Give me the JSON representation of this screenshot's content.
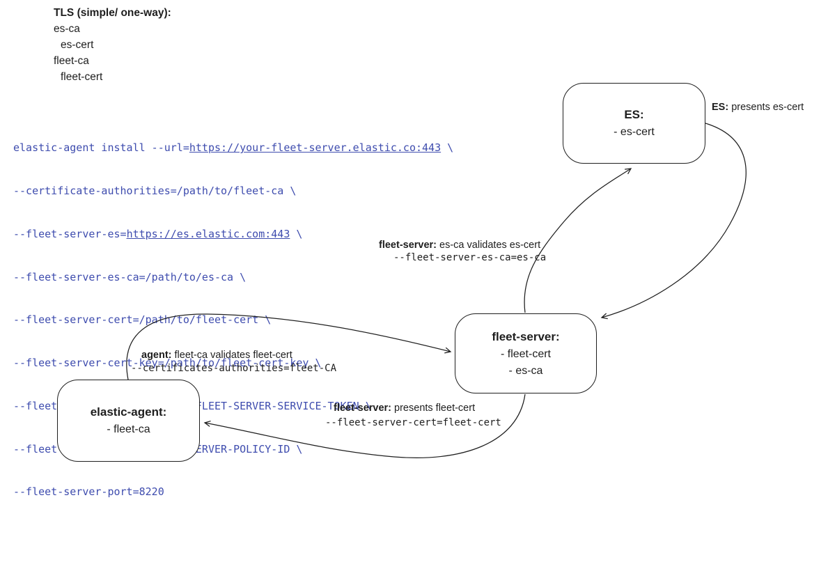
{
  "legend": {
    "title": "TLS (simple/ one-way):",
    "items": [
      "es-ca",
      "es-cert",
      "fleet-ca",
      "fleet-cert"
    ]
  },
  "command": {
    "l1a": "elastic-agent install --url=",
    "l1b": "https://your-fleet-server.elastic.co:443",
    "l1c": " \\",
    "l2": "--certificate-authorities=/path/to/fleet-ca \\",
    "l3a": "--fleet-server-es=",
    "l3b": "https://es.elastic.com:443",
    "l3c": " \\",
    "l4": "--fleet-server-es-ca=/path/to/es-ca \\",
    "l5": "--fleet-server-cert=/path/to/fleet-cert \\",
    "l6": "--fleet-server-cert-key=/path/to/fleet-cert-key \\",
    "l7": "--fleet-server-service-token=FLEET-SERVER-SERVICE-TOKEN \\",
    "l8": "--fleet-server-policy=FLEET-SERVER-POLICY-ID \\",
    "l9": "--fleet-server-port=8220"
  },
  "nodes": {
    "es": {
      "title": "ES:",
      "line1": "- es-cert"
    },
    "fleet_server": {
      "title": "fleet-server:",
      "line1": "- fleet-cert",
      "line2": "- es-ca"
    },
    "elastic_agent": {
      "title": "elastic-agent:",
      "line1": "- fleet-ca"
    }
  },
  "labels": {
    "es_presents": {
      "b": "ES:",
      "t": " presents es-cert"
    },
    "fs_validates": {
      "b": "fleet-server:",
      "t": " es-ca validates es-cert",
      "code": "--fleet-server-es-ca=es-ca"
    },
    "agent_validates": {
      "b": "agent:",
      "t": " fleet-ca validates fleet-cert",
      "code": "--certificates-authorities=fleet-CA"
    },
    "fs_presents": {
      "b": "fleet-server:",
      "t": " presents fleet-cert",
      "code": "--fleet-server-cert=fleet-cert"
    }
  },
  "colors": {
    "ink": "#1e1e1e",
    "code_text": "#3e4cae",
    "background": "#ffffff"
  }
}
